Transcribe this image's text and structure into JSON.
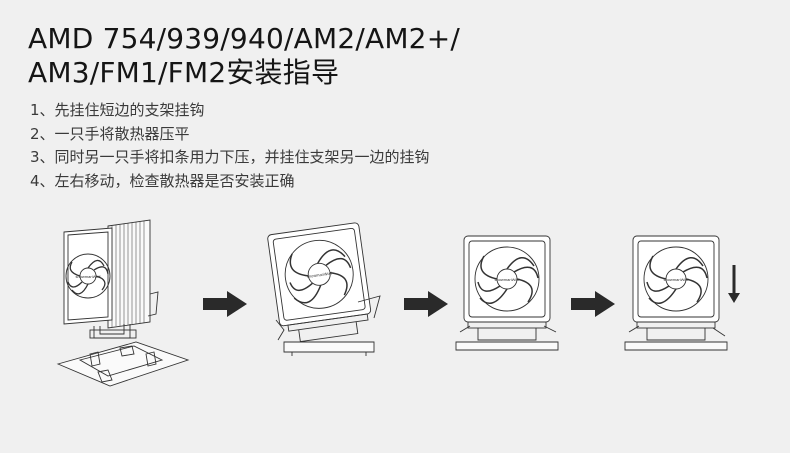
{
  "title": {
    "line1": "AMD 754/939/940/AM2/AM2+/",
    "line2": "AM3/FM1/FM2安装指导"
  },
  "steps": [
    "1、先挂住短边的支架挂钩",
    "2、一只手将散热器压平",
    "3、同时另一只手将扣条用力下压，并挂住支架另一边的挂钩",
    "4、左右移动，检查散热器是否安装正确"
  ],
  "brand_label": "snowmanWolf",
  "colors": {
    "background": "#f0f0f0",
    "arrow": "#2a2a2a",
    "line": "#333333"
  },
  "icons": [
    "right-arrow-icon",
    "down-arrow-icon"
  ]
}
